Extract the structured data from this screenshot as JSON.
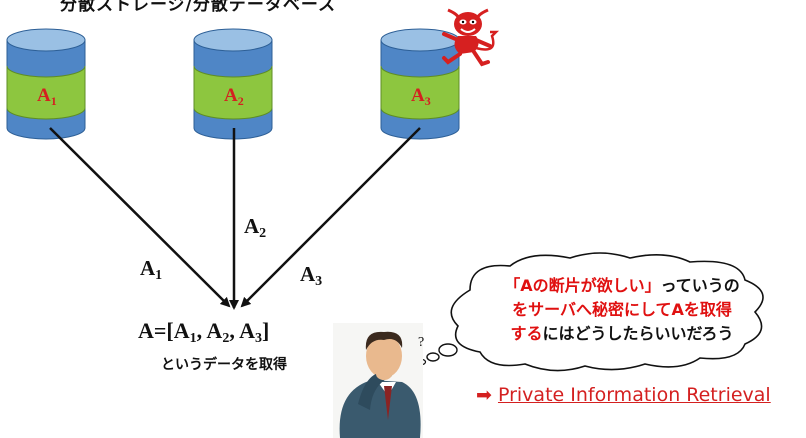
{
  "caption_top": "分散ストレージ/分散データベース",
  "databases": [
    {
      "label": "A",
      "sub": "1"
    },
    {
      "label": "A",
      "sub": "2"
    },
    {
      "label": "A",
      "sub": "3"
    }
  ],
  "arrows": [
    {
      "label": "A",
      "sub": "1"
    },
    {
      "label": "A",
      "sub": "2"
    },
    {
      "label": "A",
      "sub": "3"
    }
  ],
  "result": {
    "prefix": "A=[A",
    "s1": "1",
    "mid1": ", A",
    "s2": "2",
    "mid2": ", A",
    "s3": "3",
    "suffix": "]",
    "caption": "というデータを取得"
  },
  "thought_bubble": {
    "line1_red": "「Aの断片が欲しい」",
    "line1_black": "っていうの",
    "line2_red": "をサーバへ秘密にしてAを取得",
    "line3_red": "する",
    "line3_black": "にはどうしたらいいだろう",
    "question_mark": "?"
  },
  "pir": {
    "arrow": "➡",
    "link_text": "Private Information Retrieval"
  },
  "colors": {
    "cylinder_blue": "#4f86c6",
    "cylinder_top": "#9ac0e4",
    "band_green": "#8dc63f",
    "label_red": "#d42020",
    "devil_red": "#d62020"
  },
  "icons": [
    "devil-icon",
    "thinking-man-icon",
    "arrow-right-icon"
  ]
}
